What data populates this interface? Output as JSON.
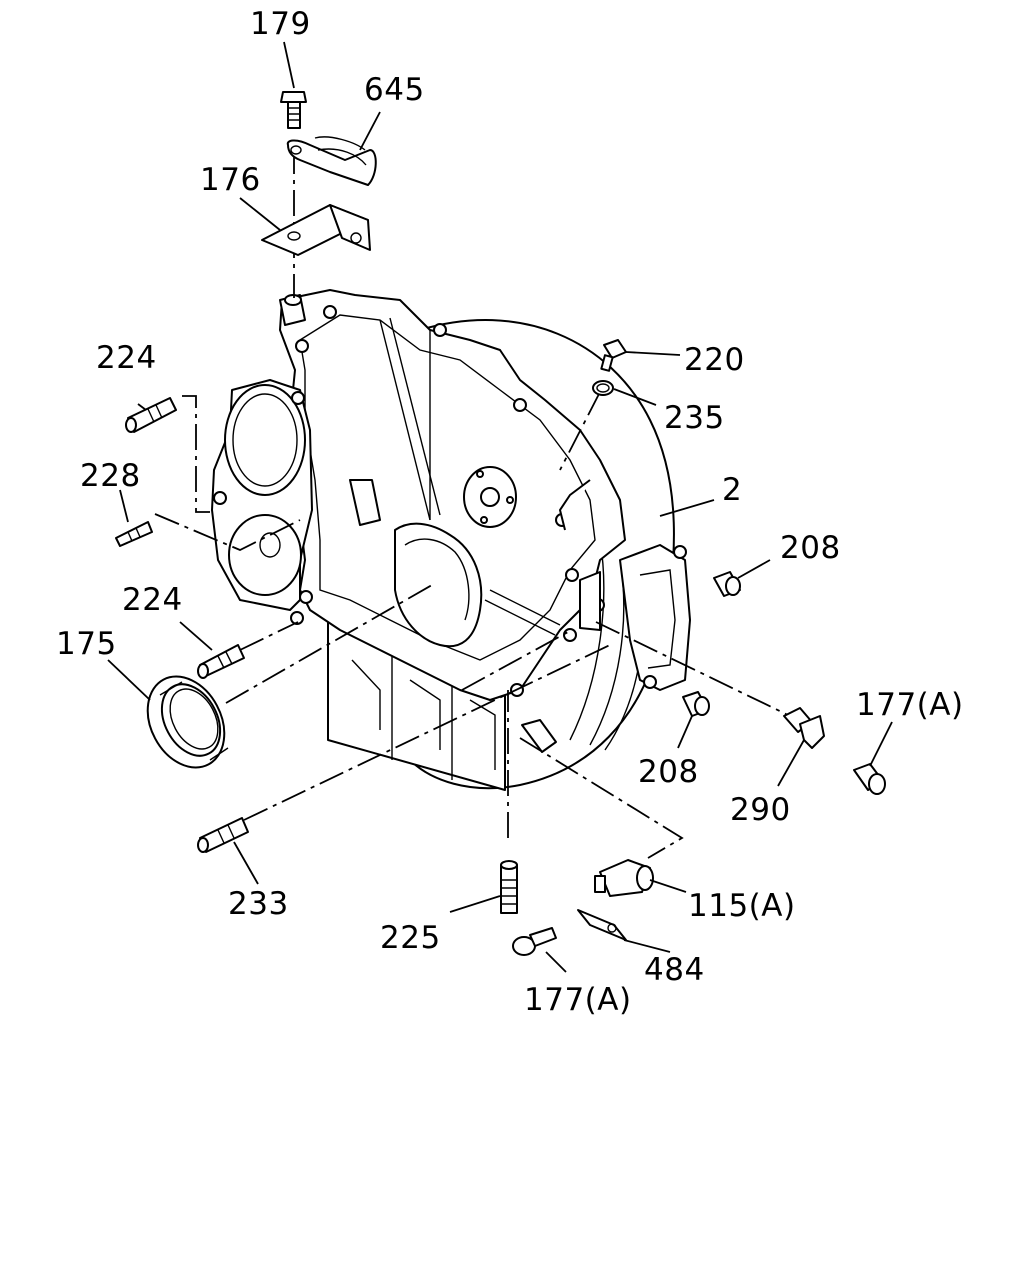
{
  "diagram": {
    "parts": [
      {
        "id": "p179",
        "label": "179"
      },
      {
        "id": "p645",
        "label": "645"
      },
      {
        "id": "p176",
        "label": "176"
      },
      {
        "id": "p224a",
        "label": "224"
      },
      {
        "id": "p220",
        "label": "220"
      },
      {
        "id": "p235",
        "label": "235"
      },
      {
        "id": "p228",
        "label": "228"
      },
      {
        "id": "p2",
        "label": "2"
      },
      {
        "id": "p208a",
        "label": "208"
      },
      {
        "id": "p224b",
        "label": "224"
      },
      {
        "id": "p175",
        "label": "175"
      },
      {
        "id": "p177a",
        "label": "177(A)"
      },
      {
        "id": "p208b",
        "label": "208"
      },
      {
        "id": "p290",
        "label": "290"
      },
      {
        "id": "p233",
        "label": "233"
      },
      {
        "id": "p225",
        "label": "225"
      },
      {
        "id": "p115",
        "label": "115(A)"
      },
      {
        "id": "p484",
        "label": "484"
      },
      {
        "id": "p177b",
        "label": "177(A)"
      }
    ]
  }
}
